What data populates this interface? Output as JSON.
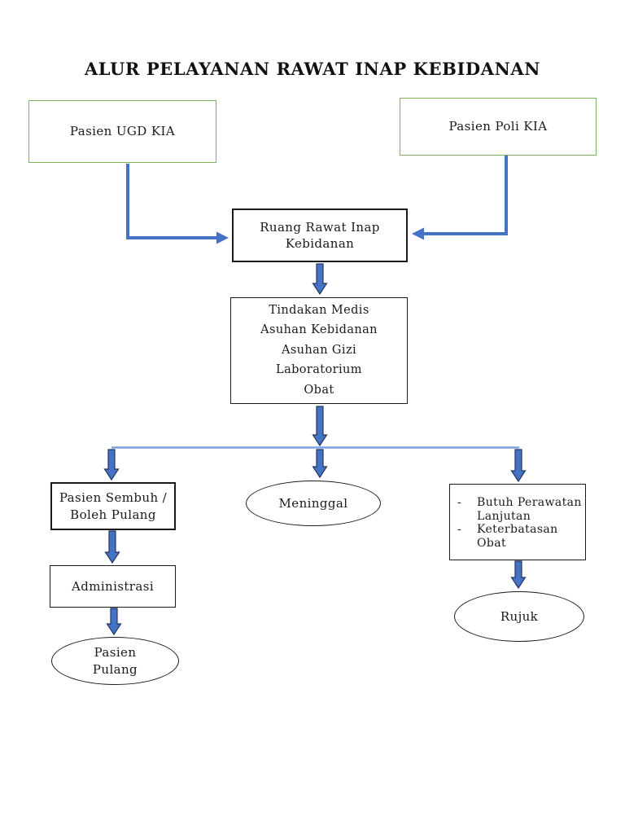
{
  "title": "ALUR PELAYANAN RAWAT INAP KEBIDANAN",
  "colors": {
    "green_border": "#7cb45c",
    "black_border": "#1a1a1a",
    "arrow_blue": "#4472c4",
    "arrow_outline": "#24365f",
    "branch_line_blue": "#7ea3e0"
  },
  "nodes": {
    "pasien_ugd": {
      "label": "Pasien UGD KIA"
    },
    "pasien_poli": {
      "label": "Pasien Poli KIA"
    },
    "ruang_rawat": {
      "lines": [
        "Ruang Rawat Inap",
        "Kebidanan"
      ]
    },
    "tindakan": {
      "lines": [
        "Tindakan Medis",
        "Asuhan Kebidanan",
        "Asuhan Gizi",
        "Laboratorium",
        "Obat"
      ]
    },
    "sembuh": {
      "lines": [
        "Pasien Sembuh /",
        "Boleh Pulang"
      ]
    },
    "meninggal": {
      "label": "Meninggal"
    },
    "perawatan": {
      "marker": "-",
      "items": [
        "Butuh Perawatan Lanjutan",
        "Keterbatasan Obat"
      ]
    },
    "administrasi": {
      "label": "Administrasi"
    },
    "pasien_pulang": {
      "lines": [
        "Pasien",
        "Pulang"
      ]
    },
    "rujuk": {
      "label": "Rujuk"
    }
  }
}
